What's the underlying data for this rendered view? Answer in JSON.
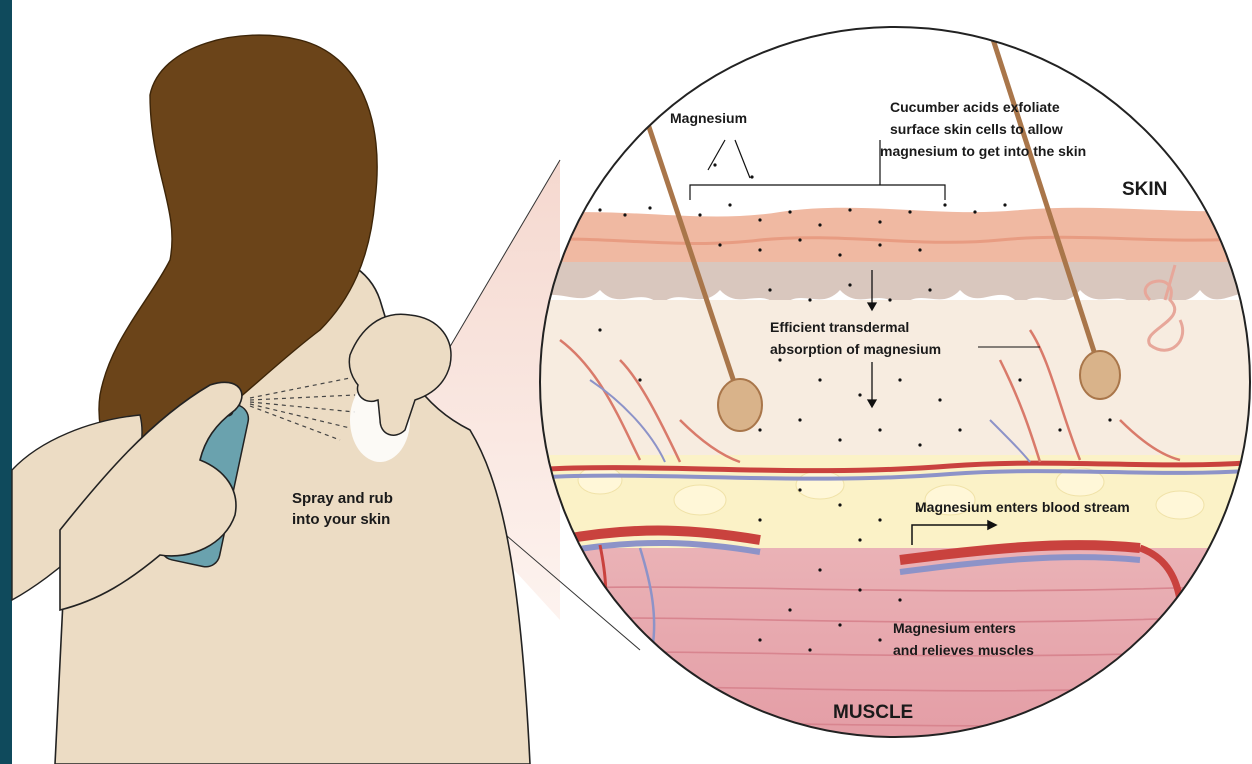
{
  "labels": {
    "spray_line1": "Spray and rub",
    "spray_line2": "into your skin",
    "magnesium": "Magnesium",
    "cucumber_line1": "Cucumber acids exfoliate",
    "cucumber_line2": "surface skin cells to allow",
    "cucumber_line3": "magnesium to get into the skin",
    "skin": "SKIN",
    "absorption_line1": "Efficient transdermal",
    "absorption_line2": "absorption of magnesium",
    "blood_stream": "Magnesium enters blood stream",
    "muscle_line1": "Magnesium enters",
    "muscle_line2": "and relieves muscles",
    "muscle": "MUSCLE"
  },
  "colors": {
    "frame": "#0f4a5c",
    "skin_body": "#ecdcc4",
    "hair": "#6b4419",
    "bottle": "#6aa2ae",
    "epidermis": "#f0b9a2",
    "dermis": "#f7ece0",
    "fat": "#fbf2c7",
    "muscle": "#e7aab0",
    "artery": "#c9423e",
    "vein": "#8d93c8"
  },
  "icons": [
    "spray-bottle-icon",
    "hand-icon",
    "hair-follicle-icon",
    "sweat-gland-icon",
    "blood-vessel-icon",
    "magnesium-particle-icon"
  ]
}
